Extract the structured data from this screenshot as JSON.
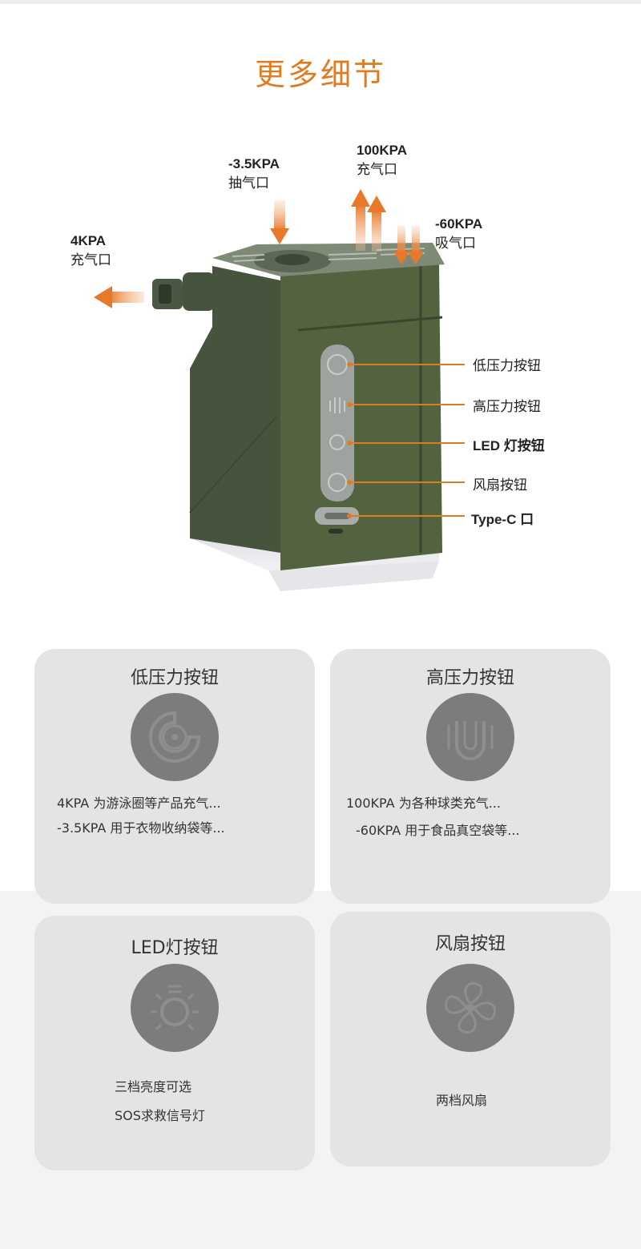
{
  "heading": "更多细节",
  "ports": {
    "left": {
      "value": "4KPA",
      "name": "充气口"
    },
    "top_left": {
      "value": "-3.5KPA",
      "name": "抽气口"
    },
    "top_center": {
      "value": "100KPA",
      "name": "充气口"
    },
    "top_right": {
      "value": "-60KPA",
      "name": "吸气口"
    }
  },
  "callouts": [
    "低压力按钮",
    "高压力按钮",
    "LED 灯按钮",
    "风扇按钮",
    "Type-C 口"
  ],
  "cards": [
    {
      "title": "低压力按钮",
      "icon": "turbine-icon",
      "lines": [
        "4KPA 为游泳圈等产品充气...",
        "-3.5KPA 用于衣物收纳袋等..."
      ]
    },
    {
      "title": "高压力按钮",
      "icon": "pressure-u-icon",
      "lines": [
        "100KPA 为各种球类充气...",
        "-60KPA 用于食品真空袋等..."
      ]
    },
    {
      "title": "LED灯按钮",
      "icon": "bulb-icon",
      "lines": [
        "三档亮度可选",
        "SOS求救信号灯"
      ]
    },
    {
      "title": "风扇按钮",
      "icon": "fan-icon",
      "lines": [
        "两档风扇"
      ]
    }
  ],
  "colors": {
    "accent": "#e07b22",
    "device": "#505f44",
    "card": "#e4e4e4",
    "icon": "#7c7c7c"
  }
}
